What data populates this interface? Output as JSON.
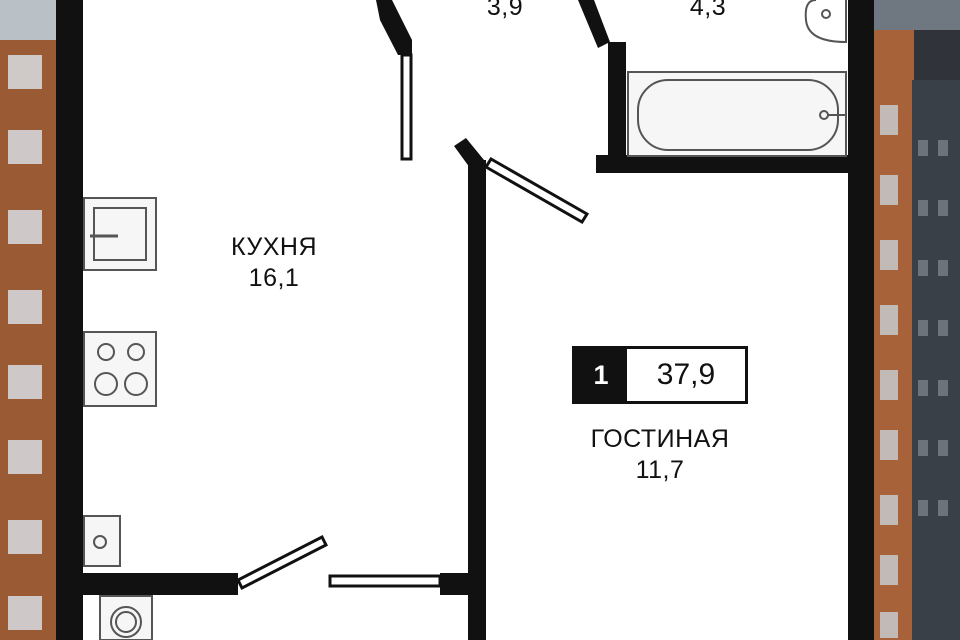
{
  "rooms": {
    "top_left_area": "3,9",
    "top_right_area": "4,3",
    "kitchen_name": "КУХНЯ",
    "kitchen_area": "16,1",
    "living_name": "ГОСТИНАЯ",
    "living_area": "11,7"
  },
  "summary": {
    "room_count": "1",
    "total_area": "37,9"
  },
  "colors": {
    "wall": "#111111",
    "floor": "#ffffff",
    "background": "#2a2d31",
    "building_brick": "#b36a3a"
  },
  "icons": [
    "sink-icon",
    "stove-icon",
    "bathtub-icon",
    "washbasin-icon",
    "washing-machine-icon"
  ]
}
